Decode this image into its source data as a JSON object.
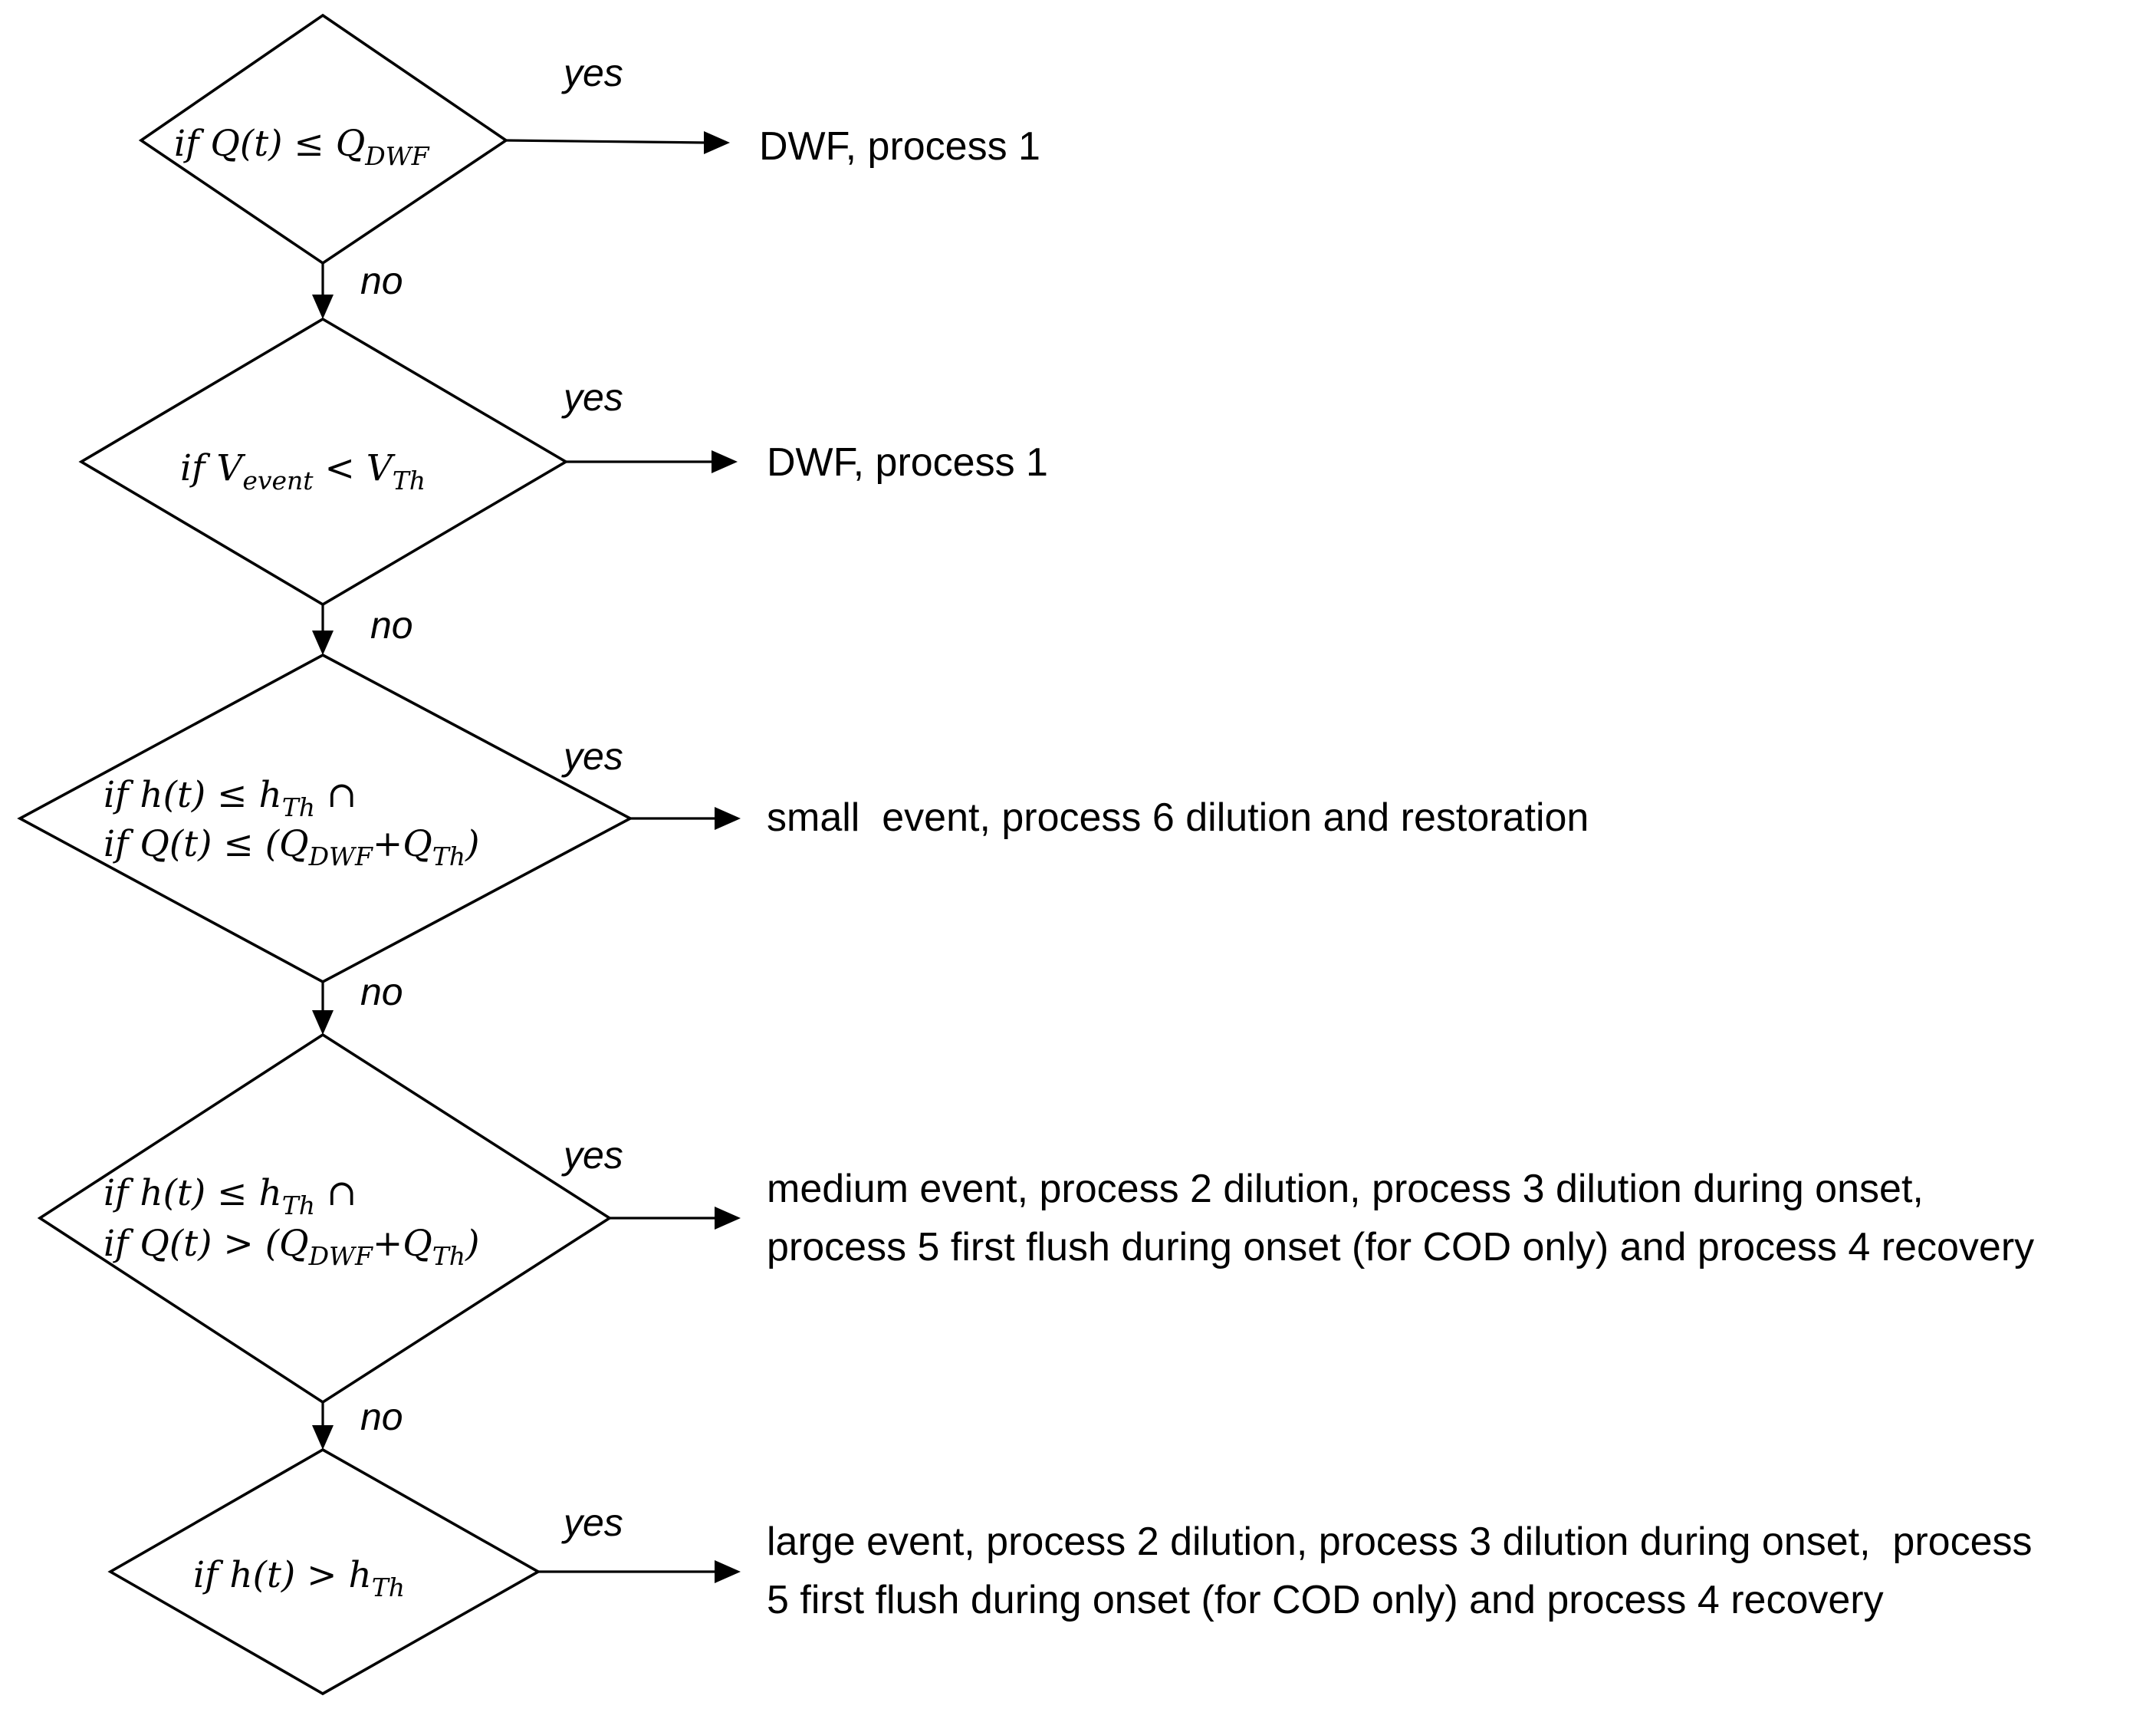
{
  "labels": {
    "yes": "yes",
    "no": "no"
  },
  "decisions": [
    {
      "lines": [
        [
          {
            "t": "if Q(t) ≤ Q"
          },
          {
            "t": "DWF",
            "sub": true
          }
        ]
      ],
      "outcome": [
        "DWF, process 1"
      ]
    },
    {
      "lines": [
        [
          {
            "t": "if V"
          },
          {
            "t": "event",
            "sub": true
          },
          {
            "t": " < V"
          },
          {
            "t": "Th",
            "sub": true
          }
        ]
      ],
      "outcome": [
        "DWF, process 1"
      ]
    },
    {
      "lines": [
        [
          {
            "t": "if h(t) ≤ h"
          },
          {
            "t": "Th",
            "sub": true
          },
          {
            "t": " ∩"
          }
        ],
        [
          {
            "t": "if Q(t) ≤ (Q"
          },
          {
            "t": "DWF",
            "sub": true
          },
          {
            "t": "+Q"
          },
          {
            "t": "Th",
            "sub": true
          },
          {
            "t": ")"
          }
        ]
      ],
      "outcome": [
        "small  event, process 6 dilution and restoration"
      ]
    },
    {
      "lines": [
        [
          {
            "t": "if h(t) ≤ h"
          },
          {
            "t": "Th",
            "sub": true
          },
          {
            "t": " ∩"
          }
        ],
        [
          {
            "t": "if Q(t) > (Q"
          },
          {
            "t": "DWF",
            "sub": true
          },
          {
            "t": "+Q"
          },
          {
            "t": "Th",
            "sub": true
          },
          {
            "t": ")"
          }
        ]
      ],
      "outcome": [
        "medium event, process 2 dilution, process 3 dilution during onset,",
        "process 5 first flush during onset (for COD only) and process 4 recovery"
      ]
    },
    {
      "lines": [
        [
          {
            "t": "if h(t) > h"
          },
          {
            "t": "Th",
            "sub": true
          }
        ]
      ],
      "outcome": [
        "large event, process 2 dilution, process 3 dilution during onset,  process",
        "5 first flush during onset (for COD only) and process 4 recovery"
      ]
    }
  ]
}
